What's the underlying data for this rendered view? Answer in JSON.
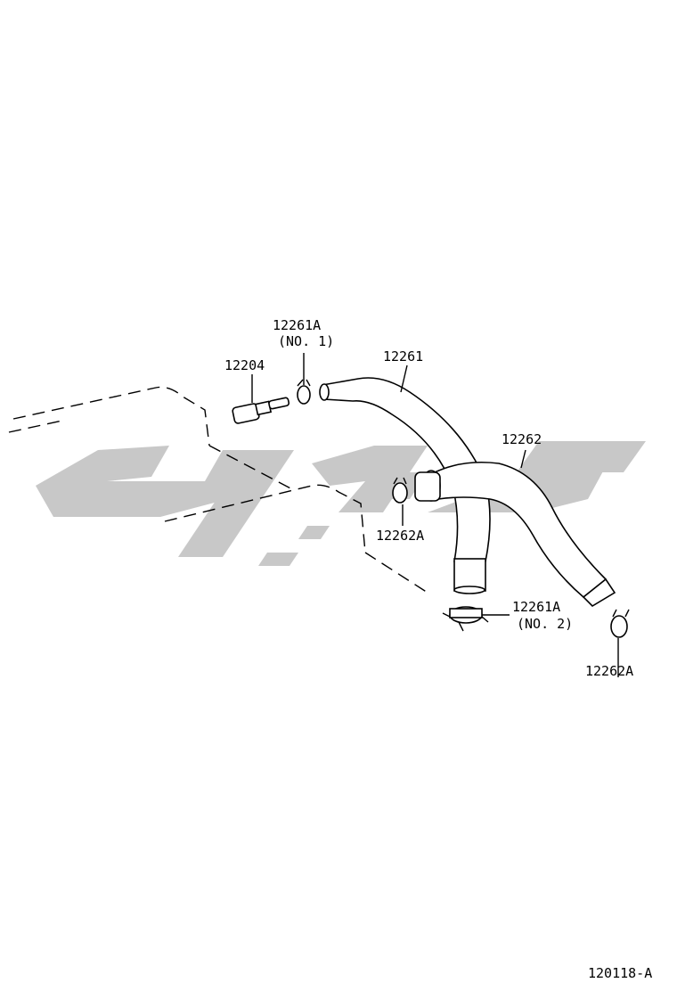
{
  "diagram": {
    "diagram_code": "120118-A",
    "callouts": [
      {
        "id": "c1",
        "part": "12261A",
        "note": "(NO. 1)"
      },
      {
        "id": "c2",
        "part": "12204",
        "note": ""
      },
      {
        "id": "c3",
        "part": "12261",
        "note": ""
      },
      {
        "id": "c4",
        "part": "12262",
        "note": ""
      },
      {
        "id": "c5",
        "part": "12262A",
        "note": ""
      },
      {
        "id": "c6",
        "part": "12261A",
        "note": "(NO. 2)"
      },
      {
        "id": "c7",
        "part": "12262A",
        "note": ""
      }
    ]
  }
}
